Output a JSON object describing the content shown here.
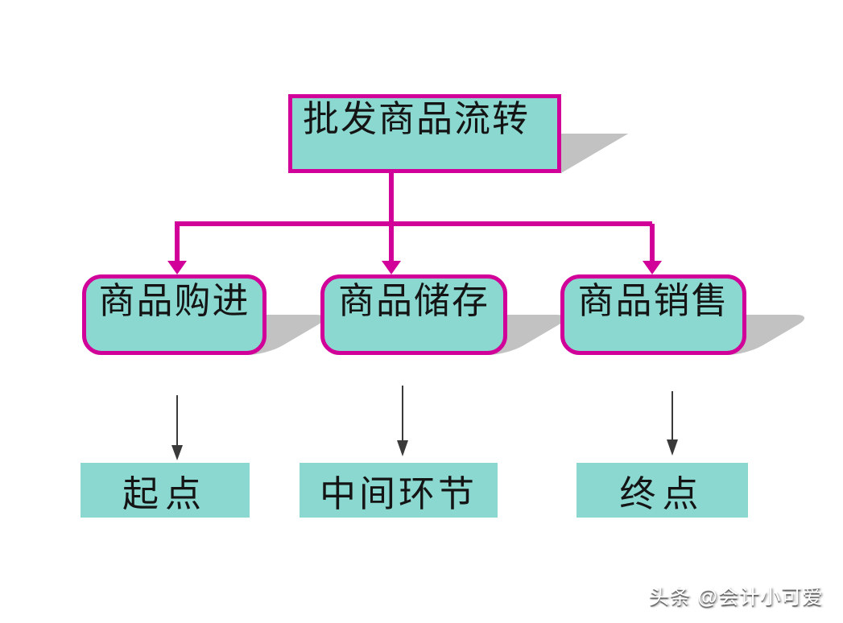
{
  "slide": {
    "background": "#ffffff"
  },
  "colors": {
    "box_fill": "#8BD8D1",
    "box_border": "#D10098",
    "connector": "#D10098",
    "shadow": "#C2C2C2",
    "thin_arrow": "#3A3A3A",
    "text": "#141414",
    "watermark_text": "#FFFFFF"
  },
  "diagram": {
    "root": {
      "label": "批发商品流转"
    },
    "stages": [
      {
        "label": "商品购进",
        "role_label": "起点"
      },
      {
        "label": "商品储存",
        "role_label": "中间环节"
      },
      {
        "label": "商品销售",
        "role_label": "终点"
      }
    ]
  },
  "watermark": {
    "text": "头条 @会计小可爱"
  }
}
